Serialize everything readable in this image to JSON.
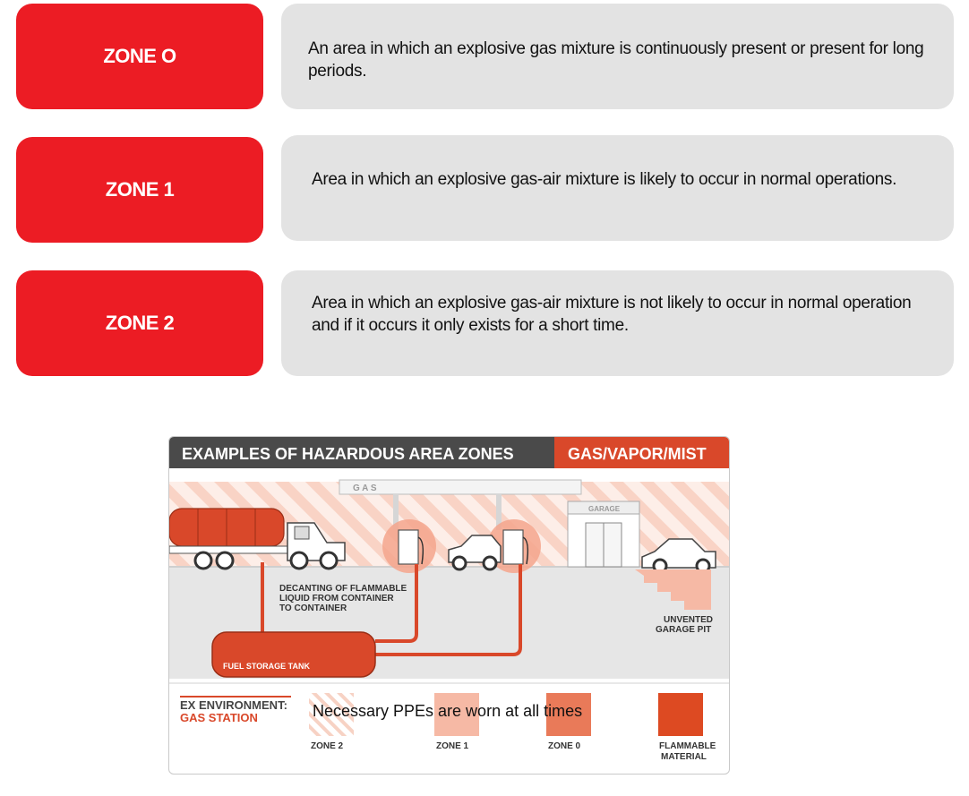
{
  "zones": [
    {
      "label": "ZONE O",
      "description": "An area in which an explosive gas mixture is continuously present or present for long periods."
    },
    {
      "label": "ZONE 1",
      "description": "Area in which an explosive gas-air mixture is likely to occur in normal operations."
    },
    {
      "label": "ZONE 2",
      "description": "Area in which an explosive gas-air mixture is not likely to occur in normal operation and if it occurs it only exists for a short time."
    }
  ],
  "infographic": {
    "title": "EXAMPLES OF HAZARDOUS AREA ZONES",
    "category": "GAS/VAPOR/MIST",
    "canopy_sign": "G A S",
    "garage_sign": "GARAGE",
    "callout_decanting": [
      "DECANTING OF FLAMMABLE",
      "LIQUID FROM CONTAINER",
      "TO CONTAINER"
    ],
    "callout_pit": [
      "UNVENTED",
      "GARAGE PIT"
    ],
    "tank_label": "FUEL STORAGE TANK",
    "legend_heading": [
      "EX ENVIRONMENT:",
      "GAS STATION"
    ],
    "overlay_note": "Necessary PPEs are worn at all times",
    "legend": [
      {
        "label": "ZONE 2",
        "color": "#fbe3dc"
      },
      {
        "label": "ZONE 1",
        "color": "#f6b9a5"
      },
      {
        "label": "ZONE 0",
        "color": "#e97a59"
      },
      {
        "label": "FLAMMABLE",
        "label2": "MATERIAL",
        "color": "#dd4a22"
      }
    ],
    "colors": {
      "dark_header": "#4a4a4a",
      "accent": "#d9482a",
      "ground": "#e6e6e6"
    }
  }
}
